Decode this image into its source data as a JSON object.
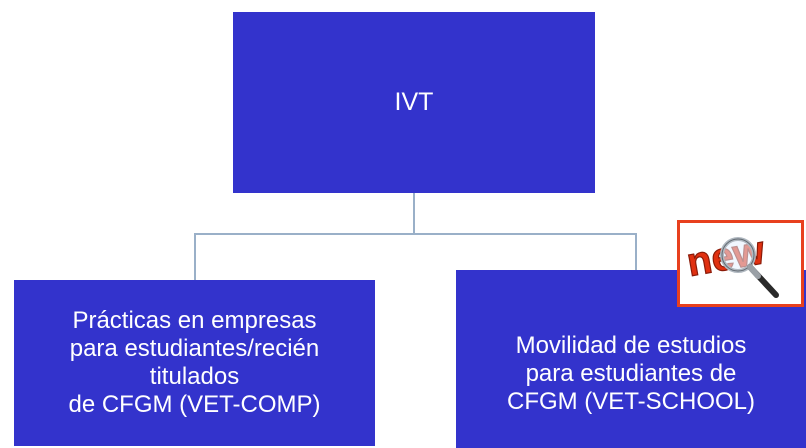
{
  "diagram": {
    "root": {
      "label": "IVT"
    },
    "children": [
      {
        "label": "Prácticas en empresas\npara estudiantes/recién\ntitulados\nde CFGM (VET-COMP)"
      },
      {
        "label": "Movilidad de estudios\npara estudiantes de\nCFGM (VET-SCHOOL)"
      }
    ]
  },
  "badge": {
    "text": "new",
    "icon": "magnifier-icon",
    "colors": {
      "border": "#e8401e",
      "text": "#e03010"
    }
  },
  "colors": {
    "box_fill": "#3333cc",
    "box_text": "#ffffff",
    "connector": "#9ab0c8"
  }
}
